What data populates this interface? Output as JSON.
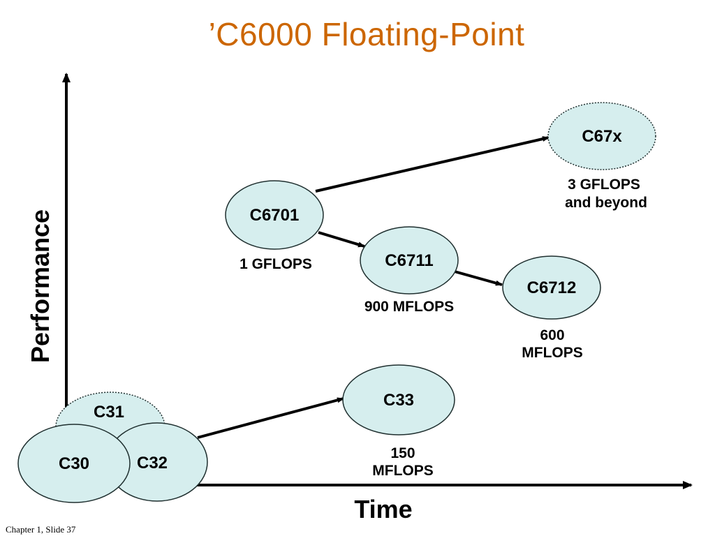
{
  "slide": {
    "title": "’C6000 Floating-Point",
    "footer": "Chapter 1, Slide 37"
  },
  "axes": {
    "y_label": "Performance",
    "x_label": "Time"
  },
  "colors": {
    "title": "#CC6600",
    "node_fill": "#D6EEEE",
    "node_stroke": "#1f2f2f",
    "arrow": "#000000"
  },
  "nodes": {
    "c31": {
      "label": "C31"
    },
    "c30": {
      "label": "C30"
    },
    "c32": {
      "label": "C32"
    },
    "c33": {
      "label": "C33",
      "perf": [
        "150",
        "MFLOPS"
      ]
    },
    "c6701": {
      "label": "C6701",
      "perf": [
        "1 GFLOPS"
      ]
    },
    "c6711": {
      "label": "C6711",
      "perf": [
        "900 MFLOPS"
      ]
    },
    "c6712": {
      "label": "C6712",
      "perf": [
        "600",
        "MFLOPS"
      ]
    },
    "c67x": {
      "label": "C67x",
      "perf": [
        "3 GFLOPS",
        "and beyond"
      ]
    }
  }
}
